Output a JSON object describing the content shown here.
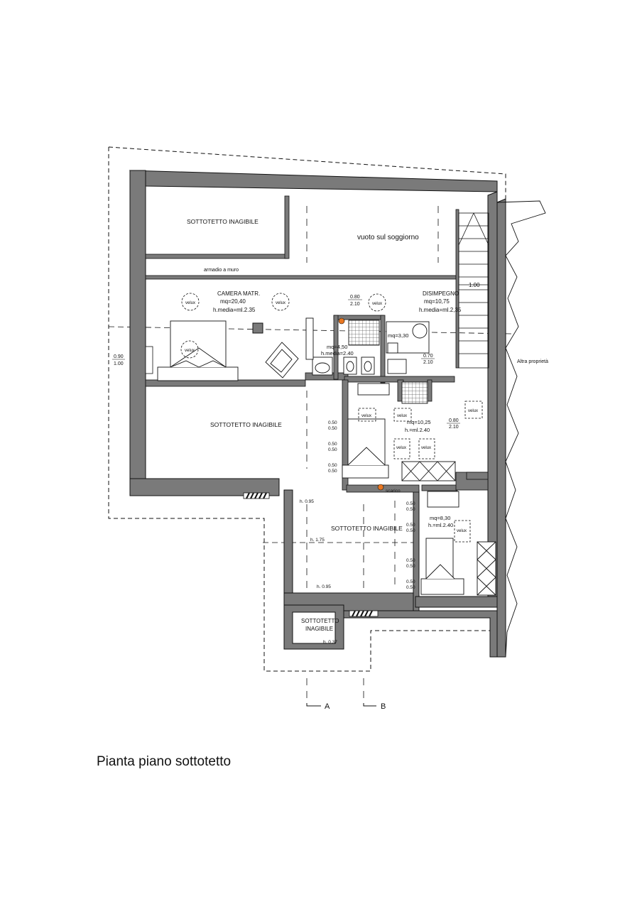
{
  "caption": "Pianta piano sottotetto",
  "rooms": {
    "sottotetto_top": "SOTTOTETTO INAGIBILE",
    "vuoto": "vuoto sul soggiorno",
    "armadio": "armadio a muro",
    "camera_name": "CAMERA MATR.",
    "camera_area": "mq=20,40",
    "camera_height": "h.media=ml.2.35",
    "disimpegno_name": "DISIMPEGNO",
    "disimpegno_area": "mq=10,75",
    "disimpegno_height": "h.media=ml.2,35",
    "bath1_area": "mq=4,50",
    "bath1_height": "h.media=2.40",
    "bath2_area": "mq=3,30",
    "sottotetto_left": "SOTTOTETTO INAGIBILE",
    "room_mid_area": "mq=10,25",
    "room_mid_height": "h.=ml.2.40",
    "sottotetto_lower": "SOTTOTETTO INAGIBILE",
    "room_low_area": "mq=8,30",
    "room_low_height": "h.=ml.2.40",
    "sottotetto_small_1": "SOTTOTETTO",
    "sottotetto_small_2": "INAGIBILE",
    "altra": "Altra proprietà",
    "scarico": "scarico"
  },
  "velux": "velux",
  "dims": {
    "stair": "1.00",
    "door_090": "0.90",
    "door_100": "1.00",
    "d_080": "0.80",
    "d_210": "2.10",
    "d_070": "0.70",
    "d_050": "0.50"
  },
  "heights": {
    "h095": "h. 0.95",
    "h175": "h. 1.75",
    "h037": "h. 0.37"
  },
  "sections": {
    "a": "A",
    "b": "B"
  },
  "colors": {
    "wall_fill": "#7a7a7a",
    "line": "#111111",
    "pipe": "#e87722"
  }
}
